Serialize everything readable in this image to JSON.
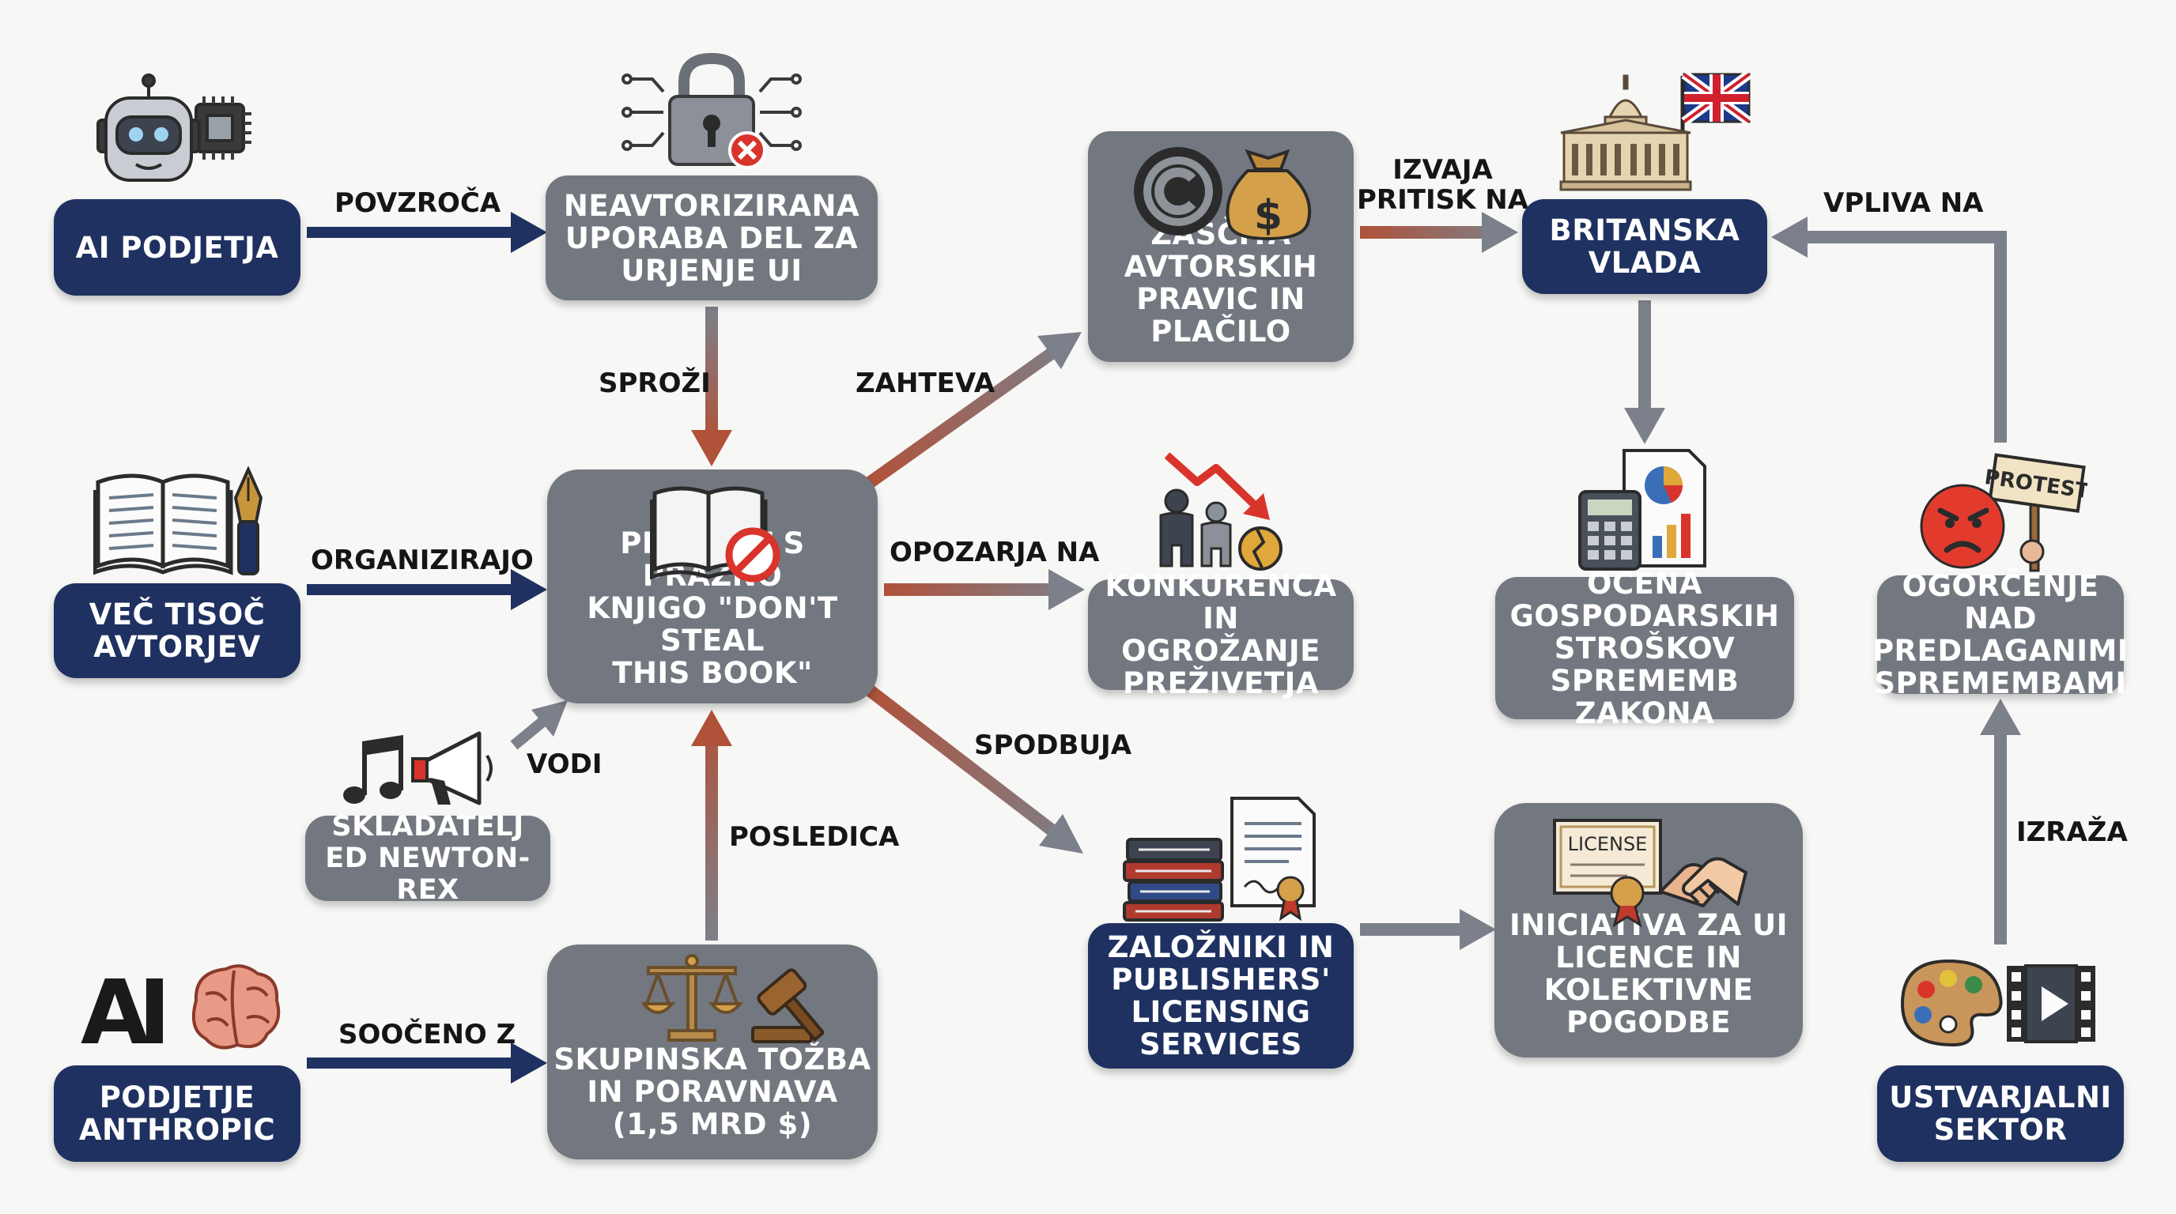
{
  "nodes": {
    "ai_companies": "AI PODJETJA",
    "unauthorized_use": "NEAVTORIZIRANA\nUPORABA DEL ZA\nURJENJE UI",
    "copyright_protection": "ZAŠČITA\nAVTORSKIH\nPRAVIC IN PLAČILO",
    "uk_government": "BRITANSKA\nVLADA",
    "authors": "VEČ TISOČ\nAVTORJEV",
    "protest": "PROTEST S PRAZNO\nKNJIGO \"DON'T STEAL\nTHIS BOOK\"",
    "competition": "KONKURENCA IN\nOGROŽANJE\nPREŽIVETJA",
    "economic_assessment": "OCENA\nGOSPODARSKIH\nSTROŠKOV\nSPREMEMB ZAKONA",
    "outrage": "OGORČENJE NAD\nPREDLAGANIMI\nSPREMEMBAMI",
    "composer": "SKLADATELJ\nED NEWTON-REX",
    "anthropic": "PODJETJE\nANTHROPIC",
    "class_action": "SKUPINSKA TOŽBA\nIN PORAVNAVA\n(1,5 MRD $)",
    "publishers": "ZALOŽNIKI IN\nPUBLISHERS'\nLICENSING\nSERVICES",
    "licensing_initiative": "INICIATIVA ZA UI\nLICENCE IN\nKOLEKTIVNE POGODBE",
    "creative_sector": "USTVARJALNI\nSEKTOR"
  },
  "edges": {
    "causes": "POVZROČA",
    "triggers": "SPROŽI",
    "demands": "ZAHTEVA",
    "pressures": "IZVAJA\nPRITISK NA",
    "influences": "VPLIVA NA",
    "organize": "ORGANIZIRAJO",
    "warns": "OPOZARJA NA",
    "leads": "VODI",
    "encourages": "SPODBUJA",
    "consequence": "POSLEDICA",
    "faced_with": "SOOČENO Z",
    "expresses": "IZRAŽA"
  },
  "icons": {
    "ai_companies": "robot-chip-icon",
    "unauthorized_use": "padlock-circuit-icon",
    "copyright_protection": "copyright-moneybag-icon",
    "uk_government": "parliament-uk-flag-icon",
    "authors": "open-book-pen-icon",
    "protest": "book-prohibited-icon",
    "competition": "people-falling-chart-icon",
    "economic_assessment": "calculator-report-icon",
    "outrage": "angry-face-protest-sign-icon",
    "composer": "music-megaphone-icon",
    "anthropic": "anthropic-logo-brain-icon",
    "class_action": "scales-gavel-icon",
    "publishers": "books-certificate-icon",
    "licensing_initiative": "license-handshake-icon",
    "creative_sector": "palette-film-icon"
  },
  "icon_text": {
    "protest_sign": "PROTEST",
    "license_certificate": "LICENSE",
    "anthropic_logo": "AI"
  },
  "colors": {
    "dark_node": "#1f3160",
    "grey_node": "#737880",
    "arrow_navy": "#1f3160",
    "arrow_grey": "#7c808a",
    "arrow_rust": "#b0523a"
  }
}
